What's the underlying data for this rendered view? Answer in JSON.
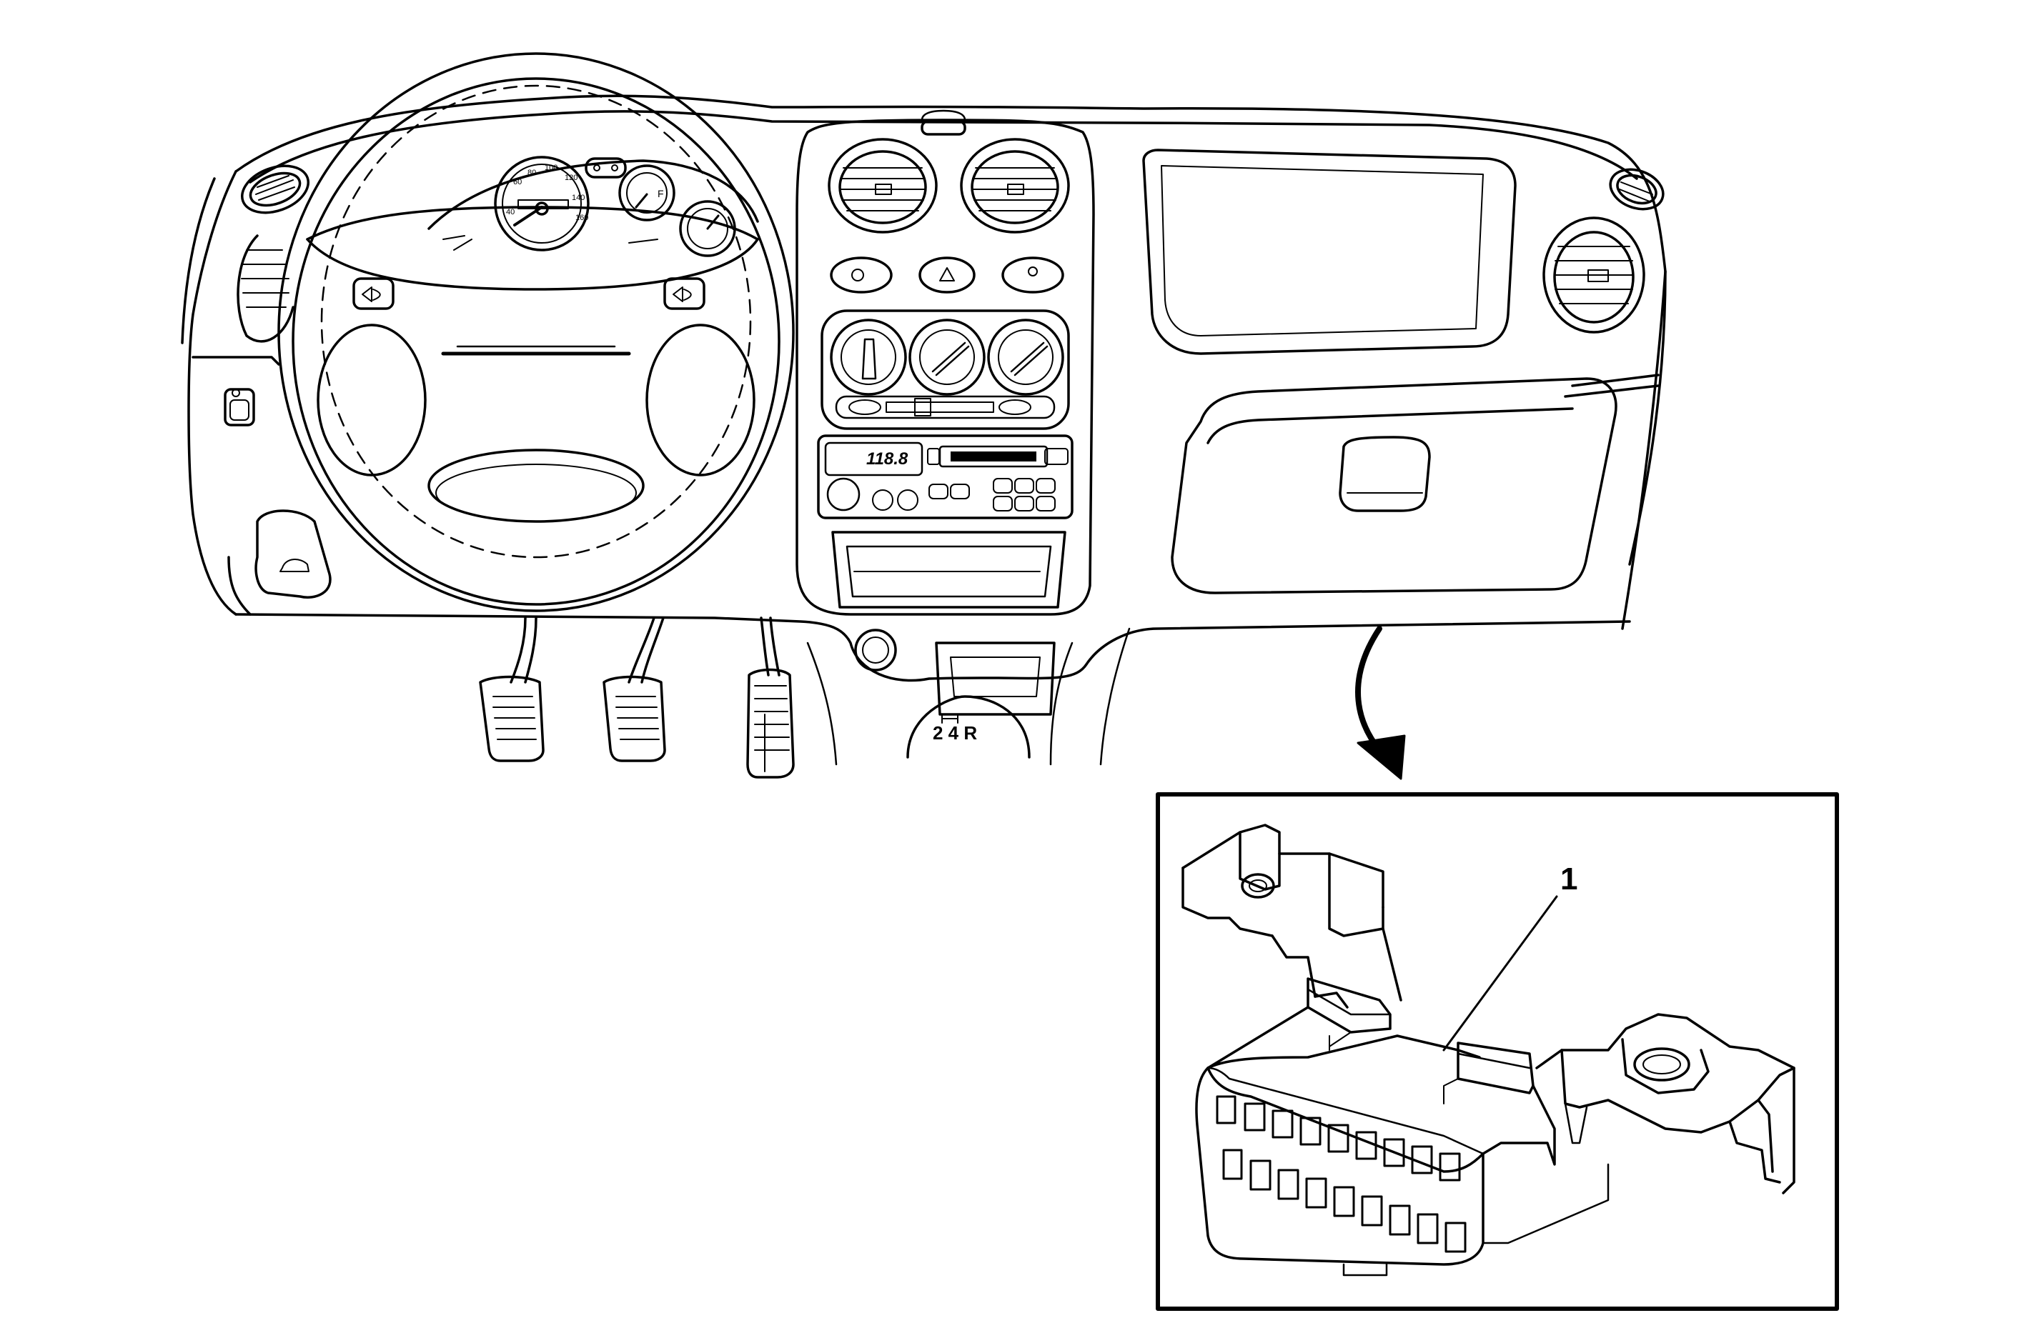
{
  "diagram": {
    "callout_number": "1",
    "speedometer": {
      "ticks": [
        "40",
        "60",
        "80",
        "100",
        "120",
        "140",
        "160"
      ]
    },
    "fuel_gauge": {
      "full": "F"
    },
    "gear_pattern": "2 4 R",
    "radio": {
      "display": "118.8"
    },
    "colors": {
      "line": "#000000",
      "background": "#ffffff"
    }
  }
}
